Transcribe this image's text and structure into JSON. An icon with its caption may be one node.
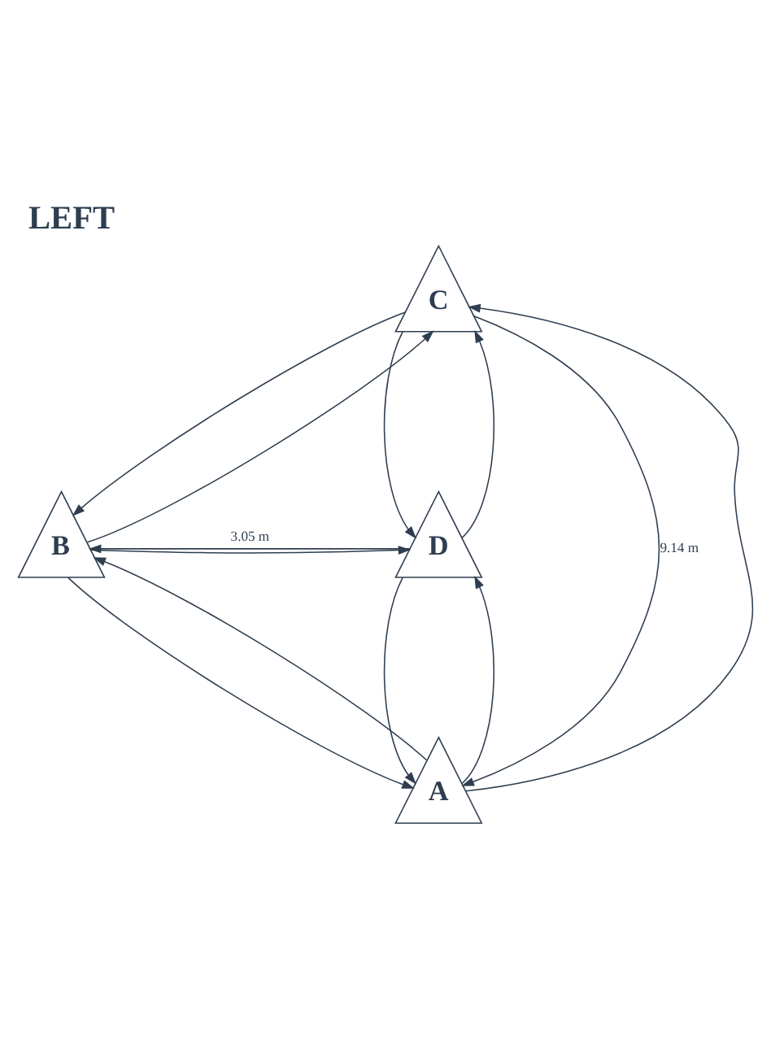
{
  "diagram": {
    "title": "LEFT",
    "nodes": [
      {
        "text": [
          "C"
        ]
      },
      {
        "text": [
          "B"
        ]
      },
      {
        "text": [
          "D"
        ]
      },
      {
        "text": [
          "A"
        ]
      }
    ],
    "edges": [
      {
        "from": 0,
        "to": 1,
        "arrow": "to"
      },
      {
        "from": 1,
        "to": 0,
        "arrow": "to"
      },
      {
        "from": 2,
        "to": 0,
        "arrow": "to"
      },
      {
        "from": 0,
        "to": 2,
        "arrow": "to"
      },
      {
        "from": 1,
        "to": 2,
        "arrow": "to"
      },
      {
        "from": 2,
        "to": 1,
        "arrow": "to",
        "label": "3.05 m"
      },
      {
        "from": 0,
        "to": 3,
        "arrow": "to",
        "label": "9.14 m"
      },
      {
        "from": 3,
        "to": 0,
        "arrow": "to"
      },
      {
        "from": 3,
        "to": 1,
        "arrow": "to"
      },
      {
        "from": 1,
        "to": 3,
        "arrow": "to"
      },
      {
        "from": 2,
        "to": 3,
        "arrow": "to"
      },
      {
        "from": 3,
        "to": 2,
        "arrow": "to"
      }
    ]
  }
}
